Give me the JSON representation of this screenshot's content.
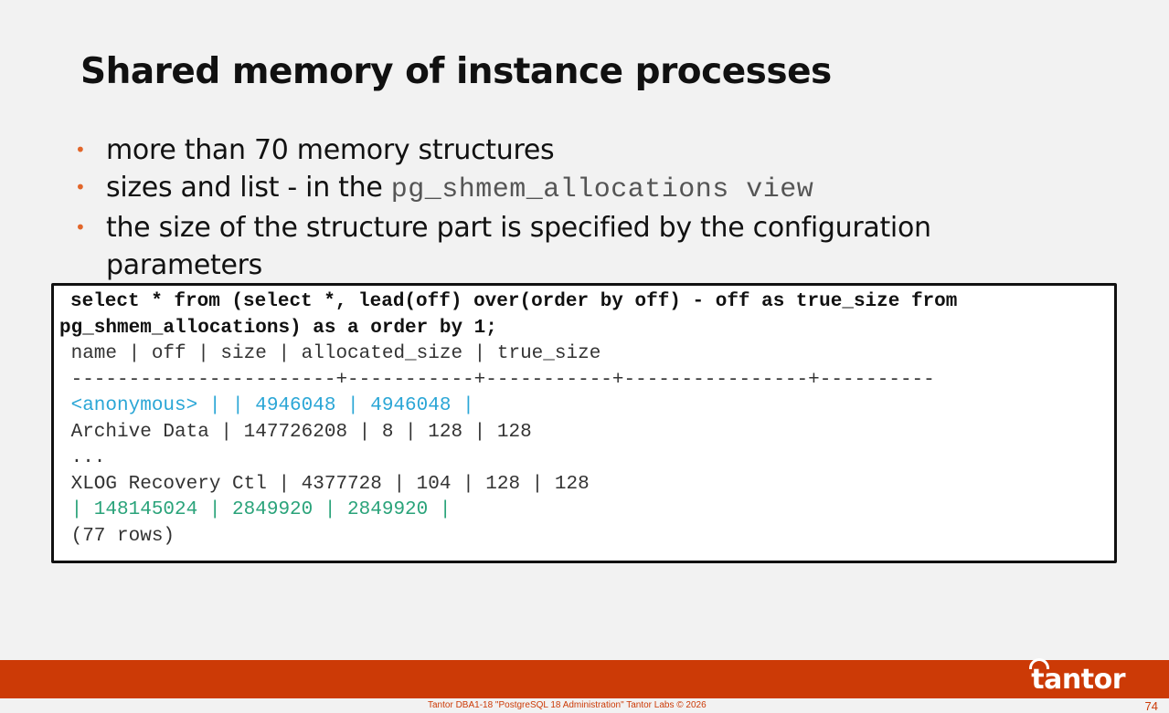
{
  "slide": {
    "title": "Shared memory of instance processes",
    "bullets": [
      {
        "text": "more than 70 memory structures"
      },
      {
        "text_before": "sizes and list - in the ",
        "code": "pg_shmem_allocations view"
      },
      {
        "text": "the size of the structure part is specified by the configuration parameters"
      }
    ]
  },
  "code": {
    "command_line1": "select * from (select *, lead(off) over(order by off) - off as true_size from",
    "command_line2": "pg_shmem_allocations) as a order by 1;",
    "header": " name | off | size | allocated_size | true_size",
    "separator": " -----------------------+-----------+-----------+----------------+----------",
    "row_anonymous": " <anonymous> | | 4946048 | 4946048 |",
    "row_archive": " Archive Data | 147726208 | 8 | 128 | 128",
    "ellipsis": " ...",
    "row_xlog": " XLOG Recovery Ctl | 4377728 | 104 | 128 | 128",
    "row_free": " | 148145024 | 2849920 | 2849920 |",
    "row_count": " (77 rows)"
  },
  "footer": {
    "logo": "tantor",
    "caption": "Tantor DBA1-18 \"PostgreSQL 18 Administration\" Tantor Labs © 2026",
    "page_number": "74"
  },
  "colors": {
    "accent": "#cc3a06",
    "bullet": "#e2662a",
    "anonymous_row": "#2aa6d6",
    "free_row": "#2aa37a"
  }
}
